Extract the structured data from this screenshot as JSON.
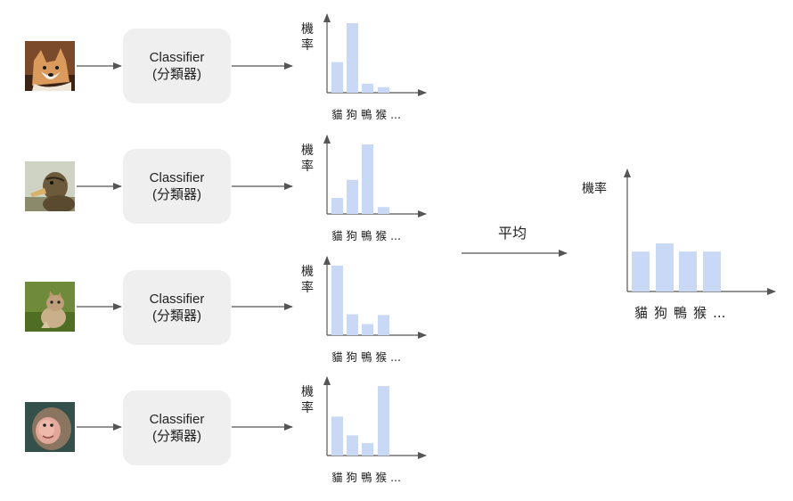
{
  "rows": [
    {
      "image": "corgi-dog-photo",
      "classifier": {
        "title": "Classifier",
        "subtitle": "(分類器)"
      },
      "ylabel": "機率",
      "categories": [
        "貓",
        "狗",
        "鴨",
        "猴"
      ],
      "more": "...",
      "values": [
        0.44,
        1.0,
        0.13,
        0.08
      ]
    },
    {
      "image": "duck-photo",
      "classifier": {
        "title": "Classifier",
        "subtitle": "(分類器)"
      },
      "ylabel": "機率",
      "categories": [
        "貓",
        "狗",
        "鴨",
        "猴"
      ],
      "more": "...",
      "values": [
        0.23,
        0.49,
        1.0,
        0.1
      ]
    },
    {
      "image": "cat-photo",
      "classifier": {
        "title": "Classifier",
        "subtitle": "(分類器)"
      },
      "ylabel": "機率",
      "categories": [
        "貓",
        "狗",
        "鴨",
        "猴"
      ],
      "more": "...",
      "values": [
        1.0,
        0.3,
        0.16,
        0.29
      ]
    },
    {
      "image": "monkey-photo",
      "classifier": {
        "title": "Classifier",
        "subtitle": "(分類器)"
      },
      "ylabel": "機率",
      "categories": [
        "貓",
        "狗",
        "鴨",
        "猴"
      ],
      "more": "...",
      "values": [
        0.56,
        0.29,
        0.18,
        1.0
      ]
    }
  ],
  "average": {
    "label": "平均",
    "ylabel": "機率",
    "categories": [
      "貓",
      "狗",
      "鴨",
      "猴"
    ],
    "more": "...",
    "values": [
      0.83,
      1.0,
      0.83,
      0.83
    ]
  },
  "colors": {
    "bar": "#c9d8f5",
    "axis": "#555555",
    "box": "#efefef"
  }
}
